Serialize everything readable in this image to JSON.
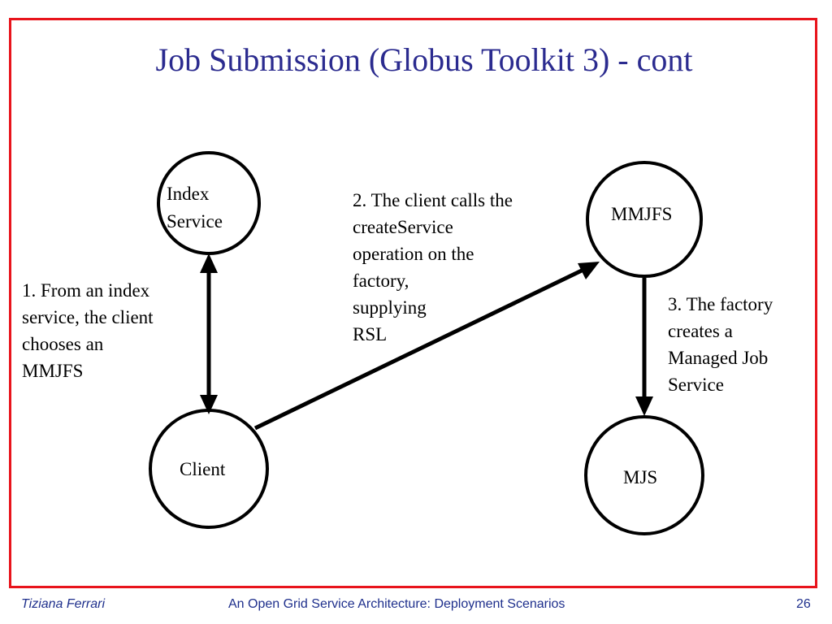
{
  "slide": {
    "title": "Job Submission (Globus Toolkit 3) - cont",
    "colors": {
      "frame": "#e8141c",
      "title": "#2b2b8f",
      "footer": "#1e2f8c",
      "stroke": "#000000"
    }
  },
  "nodes": {
    "index_service": "Index\nService",
    "mmjfs": "MMJFS",
    "client": "Client",
    "mjs": "MJS"
  },
  "notes": {
    "step1": "1. From an index\nservice, the client\nchooses an\nMMJFS",
    "step2": "2. The client calls the\ncreateService\noperation on the\nfactory,\nsupplying\nRSL",
    "step3": "3. The factory\ncreates a\nManaged Job\nService"
  },
  "footer": {
    "author": "Tiziana Ferrari",
    "presentation": "An Open Grid Service Architecture: Deployment Scenarios",
    "page": "26"
  }
}
